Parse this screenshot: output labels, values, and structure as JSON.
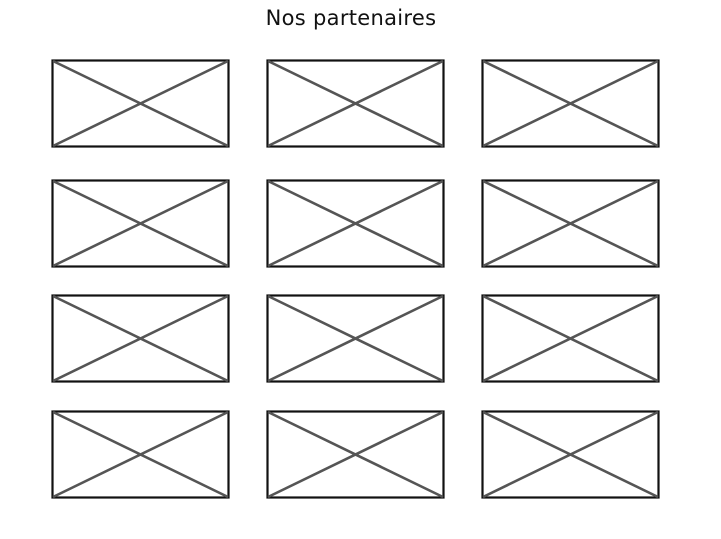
{
  "page": {
    "title": "Nos partenaires"
  },
  "partners": {
    "rows": 4,
    "columns": 3,
    "items": [
      {
        "placeholder": "image-placeholder-icon"
      },
      {
        "placeholder": "image-placeholder-icon"
      },
      {
        "placeholder": "image-placeholder-icon"
      },
      {
        "placeholder": "image-placeholder-icon"
      },
      {
        "placeholder": "image-placeholder-icon"
      },
      {
        "placeholder": "image-placeholder-icon"
      },
      {
        "placeholder": "image-placeholder-icon"
      },
      {
        "placeholder": "image-placeholder-icon"
      },
      {
        "placeholder": "image-placeholder-icon"
      },
      {
        "placeholder": "image-placeholder-icon"
      },
      {
        "placeholder": "image-placeholder-icon"
      },
      {
        "placeholder": "image-placeholder-icon"
      }
    ]
  },
  "colors": {
    "border": "#111111",
    "cross": "#555555",
    "background": "#ffffff"
  }
}
